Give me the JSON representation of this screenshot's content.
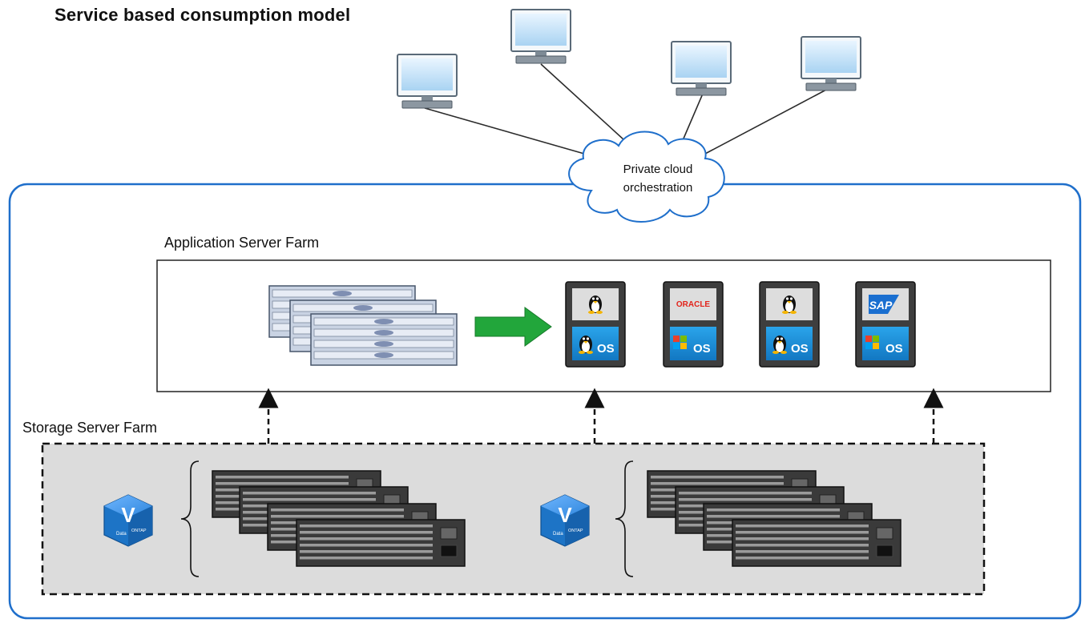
{
  "title": "Service based consumption model",
  "cloud": {
    "label_line1": "Private cloud",
    "label_line2": "orchestration"
  },
  "application_farm": {
    "label": "Application Server Farm",
    "vm_stacks": [
      {
        "app_logo": "linux-tux-icon",
        "os_logo": "linux-tux-icon",
        "os_text": "OS"
      },
      {
        "app_logo": "oracle-logo",
        "app_text": "ORACLE",
        "os_logo": "windows-logo-icon",
        "os_text": "OS"
      },
      {
        "app_logo": "linux-tux-icon",
        "os_logo": "linux-tux-icon",
        "os_text": "OS"
      },
      {
        "app_logo": "sap-logo",
        "app_text": "SAP",
        "os_logo": "windows-logo-icon",
        "os_text": "OS"
      }
    ]
  },
  "storage_farm": {
    "label": "Storage Server Farm",
    "groups": [
      {
        "badge_icon": "data-ontap-v-cube-icon",
        "badge_text_1": "Data",
        "badge_text_2": "ONTAP"
      },
      {
        "badge_icon": "data-ontap-v-cube-icon",
        "badge_text_1": "Data",
        "badge_text_2": "ONTAP"
      }
    ]
  },
  "colors": {
    "outer_border": "#1f6fcb",
    "arrow_green": "#22a63b",
    "os_blue": "#1a8fd6",
    "ontap_blue": "#1d74c6",
    "storage_bg": "#dcdcdc"
  }
}
